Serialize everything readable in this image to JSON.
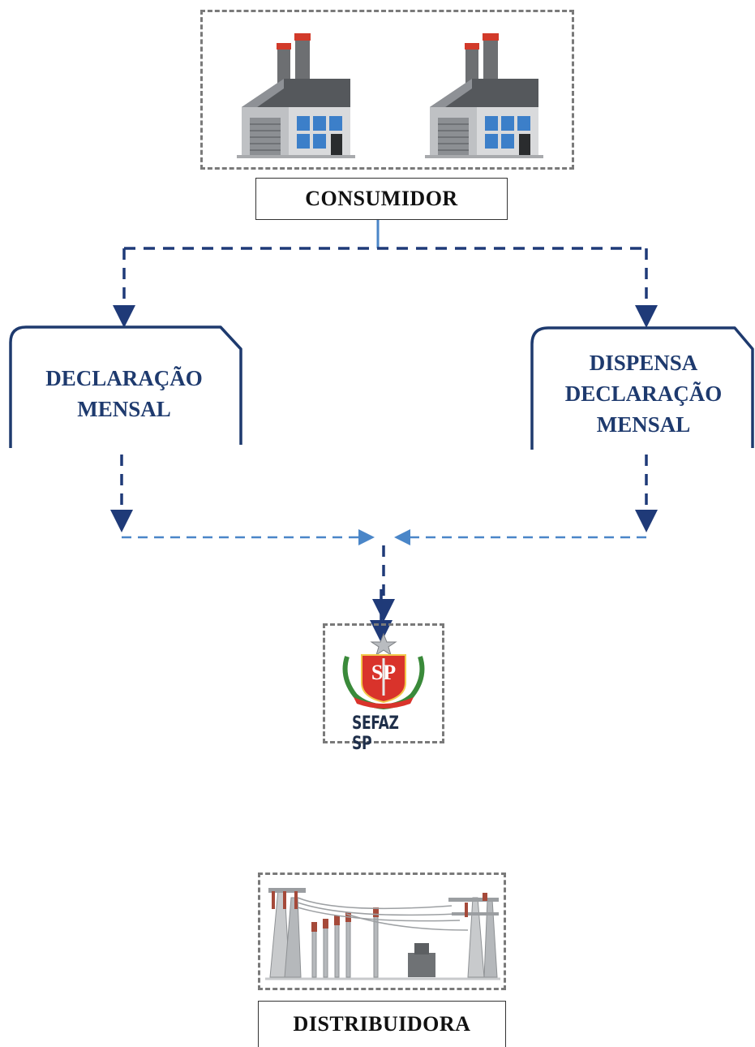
{
  "consumer": {
    "label": "CONSUMIDOR",
    "icon": "factory-icon"
  },
  "left_doc": {
    "lines": [
      "DECLARAÇÃO",
      "MENSAL"
    ]
  },
  "right_doc": {
    "lines": [
      "DISPENSA",
      "DECLARAÇÃO",
      "MENSAL"
    ]
  },
  "sefaz": {
    "label": "SEFAZ SP",
    "emblem_text": "SP",
    "icon": "sao-paulo-coat-of-arms-icon"
  },
  "distributor": {
    "label": "DISTRIBUIDORA",
    "icon": "power-substation-icon"
  },
  "colors": {
    "dark_arrow": "#1f3a78",
    "light_arrow": "#4a86c8",
    "doc_border": "#1e3a6e",
    "dash_box": "#7a7a7a"
  }
}
